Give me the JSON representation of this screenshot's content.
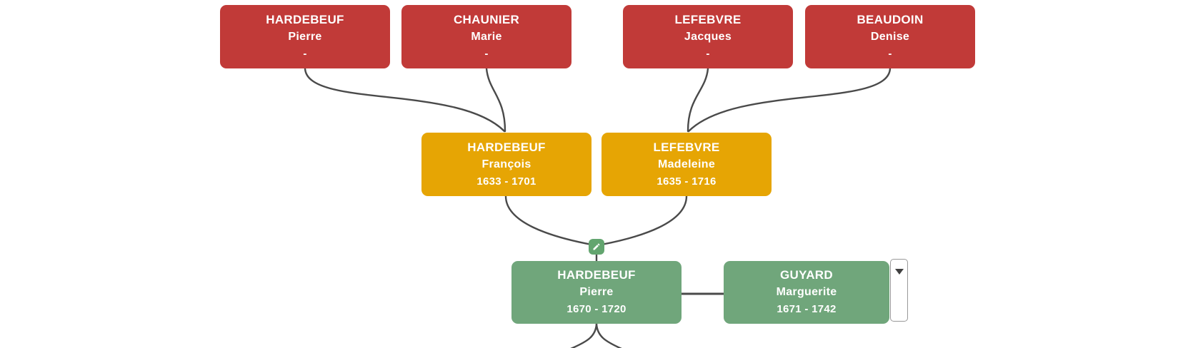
{
  "colors": {
    "generation_top": "#c13a38",
    "generation_middle": "#e6a504",
    "generation_bottom": "#70a67b",
    "connector_line": "#4a4a4a",
    "edit_button_background": "#63a56f",
    "expander_border": "#999999",
    "caret": "#404040"
  },
  "icons": {
    "edit_union": "pencil-icon",
    "spouse_expand": "caret-down-icon"
  },
  "tree": {
    "gen1": [
      {
        "surname": "HARDEBEUF",
        "given": "Pierre",
        "dates": "-"
      },
      {
        "surname": "CHAUNIER",
        "given": "Marie",
        "dates": "-"
      },
      {
        "surname": "LEFEBVRE",
        "given": "Jacques",
        "dates": "-"
      },
      {
        "surname": "BEAUDOIN",
        "given": "Denise",
        "dates": "-"
      }
    ],
    "gen2": [
      {
        "surname": "HARDEBEUF",
        "given": "François",
        "dates": "1633 - 1701"
      },
      {
        "surname": "LEFEBVRE",
        "given": "Madeleine",
        "dates": "1635 - 1716"
      }
    ],
    "gen3": [
      {
        "surname": "HARDEBEUF",
        "given": "Pierre",
        "dates": "1670 - 1720"
      },
      {
        "surname": "GUYARD",
        "given": "Marguerite",
        "dates": "1671 - 1742"
      }
    ]
  }
}
